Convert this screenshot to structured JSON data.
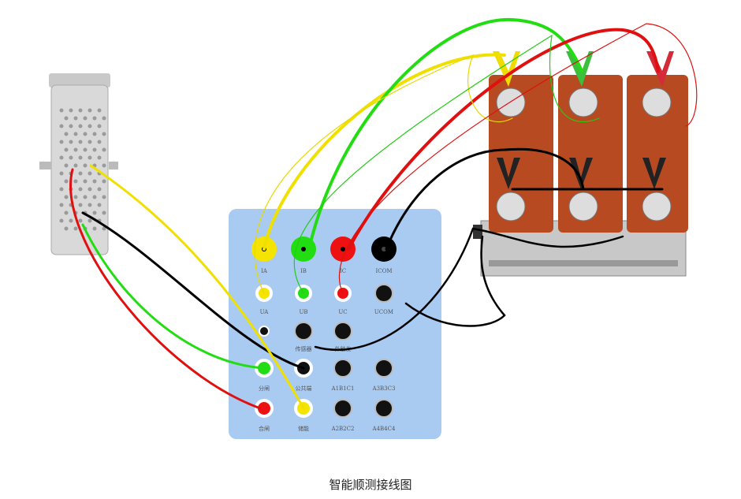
{
  "caption": "智能顺测接线图",
  "panel": {
    "current_terminals": [
      {
        "label": "IA",
        "color": "#f5e400"
      },
      {
        "label": "IB",
        "color": "#22dd11"
      },
      {
        "label": "IC",
        "color": "#ee1111"
      },
      {
        "label": "ICOM",
        "color": "#000000"
      }
    ],
    "voltage_terminals": [
      {
        "label": "UA",
        "color": "#f5e400"
      },
      {
        "label": "UB",
        "color": "#22dd11"
      },
      {
        "label": "UC",
        "color": "#ee1111"
      },
      {
        "label": "UCOM",
        "color": "#000000"
      }
    ],
    "row3": [
      "传感器",
      "外触发"
    ],
    "row4": [
      "分闸",
      "公共端",
      "A1B1C1",
      "A3B3C3"
    ],
    "row5": [
      "合闸",
      "储能",
      "A2B2C2",
      "A4B4C4"
    ],
    "background": "#a9cbf2"
  },
  "breaker_color": "#b84a22"
}
